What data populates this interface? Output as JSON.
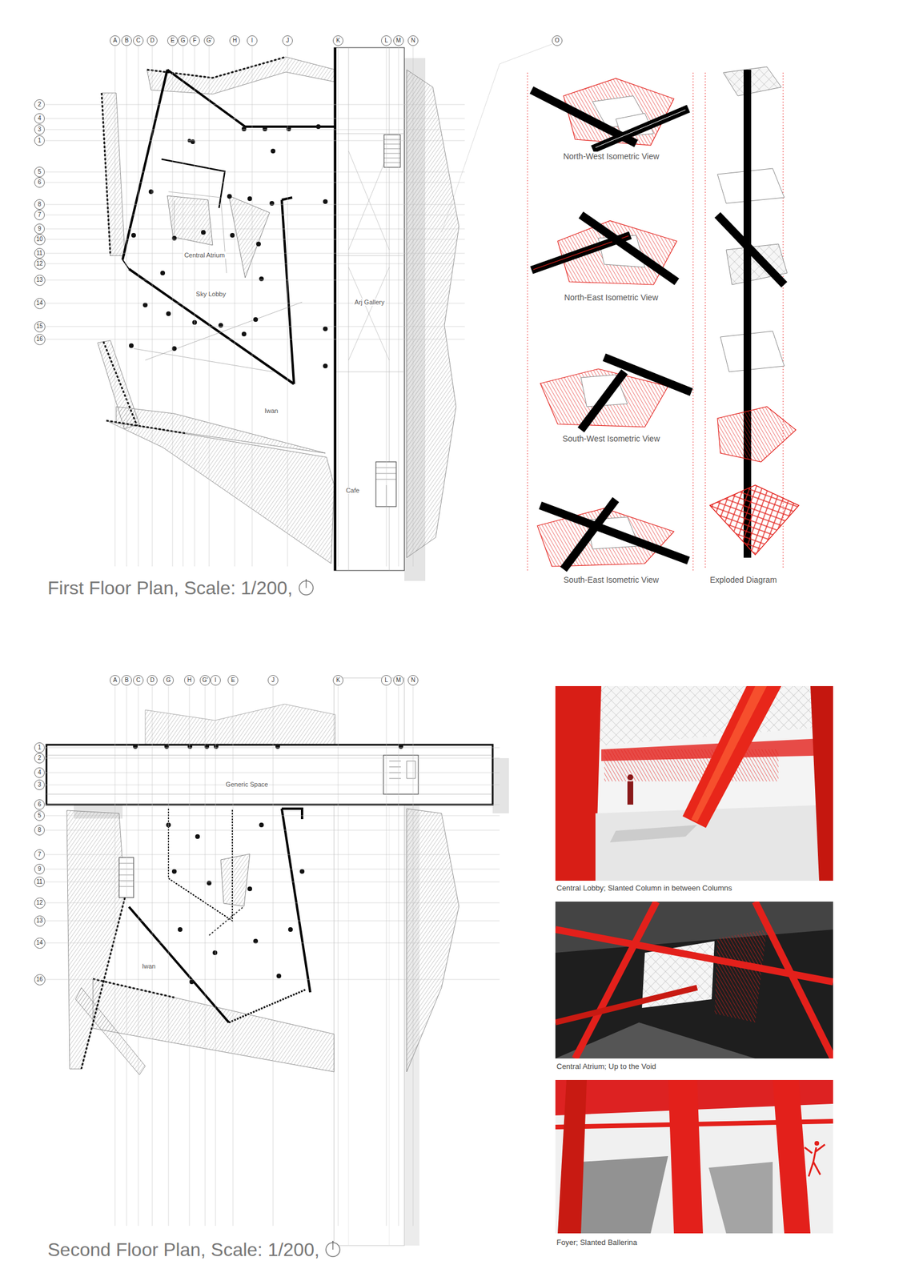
{
  "diagram": {
    "nodes": [
      {
        "text": [
          "A"
        ]
      },
      {
        "text": [
          "B"
        ]
      },
      {
        "text": [
          "C"
        ]
      },
      {
        "text": [
          "D"
        ]
      },
      {
        "text": [
          "E"
        ]
      },
      {
        "text": [
          "G"
        ]
      },
      {
        "text": [
          "F"
        ]
      },
      {
        "text": [
          "G'"
        ]
      },
      {
        "text": [
          "H"
        ]
      },
      {
        "text": [
          "I"
        ]
      },
      {
        "text": [
          "J"
        ]
      },
      {
        "text": [
          "K"
        ]
      },
      {
        "text": [
          "L"
        ]
      },
      {
        "text": [
          "M"
        ]
      },
      {
        "text": [
          "N"
        ]
      },
      {
        "text": [
          "O"
        ]
      },
      {
        "text": [
          "2"
        ]
      },
      {
        "text": [
          "4"
        ]
      },
      {
        "text": [
          "3"
        ]
      },
      {
        "text": [
          "1"
        ]
      },
      {
        "text": [
          "5"
        ]
      },
      {
        "text": [
          "6"
        ]
      },
      {
        "text": [
          "8"
        ]
      },
      {
        "text": [
          "7"
        ]
      },
      {
        "text": [
          "9"
        ]
      },
      {
        "text": [
          "10"
        ]
      },
      {
        "text": [
          "11"
        ]
      },
      {
        "text": [
          "12"
        ]
      },
      {
        "text": [
          "13"
        ]
      },
      {
        "text": [
          "14"
        ]
      },
      {
        "text": [
          "15"
        ]
      },
      {
        "text": [
          "16"
        ]
      },
      {
        "text": [
          "A"
        ]
      },
      {
        "text": [
          "B"
        ]
      },
      {
        "text": [
          "C"
        ]
      },
      {
        "text": [
          "D"
        ]
      },
      {
        "text": [
          "G"
        ]
      },
      {
        "text": [
          "H"
        ]
      },
      {
        "text": [
          "G'"
        ]
      },
      {
        "text": [
          "I"
        ]
      },
      {
        "text": [
          "E"
        ]
      },
      {
        "text": [
          "J"
        ]
      },
      {
        "text": [
          "K"
        ]
      },
      {
        "text": [
          "L"
        ]
      },
      {
        "text": [
          "M"
        ]
      },
      {
        "text": [
          "N"
        ]
      },
      {
        "text": [
          "1"
        ]
      },
      {
        "text": [
          "2"
        ]
      },
      {
        "text": [
          "4"
        ]
      },
      {
        "text": [
          "3"
        ]
      },
      {
        "text": [
          "6"
        ]
      },
      {
        "text": [
          "5"
        ]
      },
      {
        "text": [
          "8"
        ]
      },
      {
        "text": [
          "7"
        ]
      },
      {
        "text": [
          "9"
        ]
      },
      {
        "text": [
          "11"
        ]
      },
      {
        "text": [
          "12"
        ]
      },
      {
        "text": [
          "13"
        ]
      },
      {
        "text": [
          "14"
        ]
      },
      {
        "text": [
          "16"
        ]
      }
    ],
    "labels": [
      "Central Atrium",
      "Sky Lobby",
      "Arj Gallery",
      "Iwan",
      "Cafe",
      "First Floor Plan, Scale: 1/200,",
      "North-West Isometric View",
      "North-East Isometric View",
      "South-West Isometric View",
      "South-East Isometric View",
      "Exploded Diagram",
      "Generic Space",
      "Iwan",
      "Second Floor Plan, Scale: 1/200,",
      "Central Lobby; Slanted Column in between Columns",
      "Central Atrium; Up to the Void",
      "Foyer; Slanted Ballerina"
    ]
  }
}
